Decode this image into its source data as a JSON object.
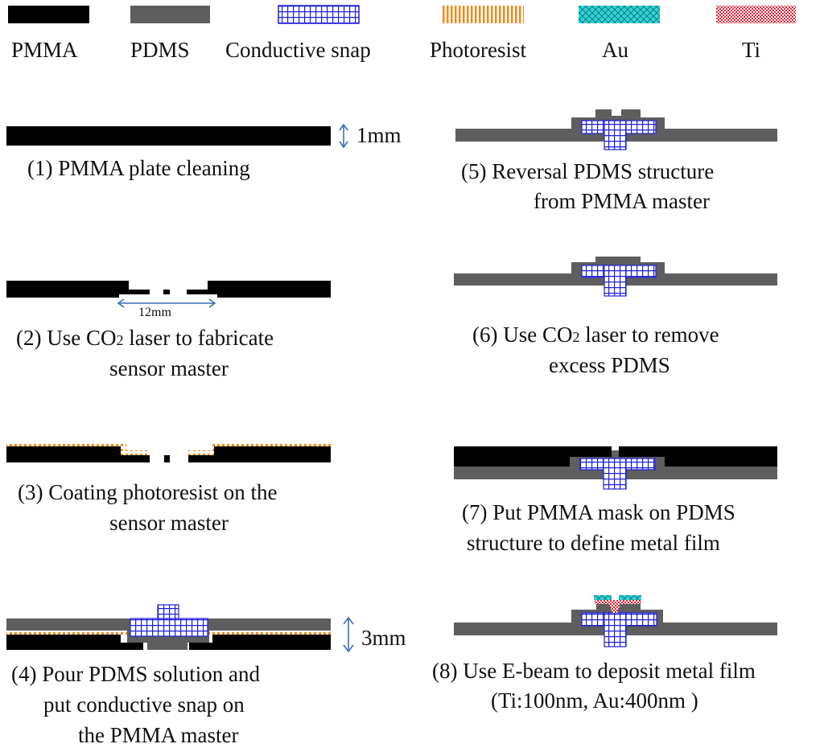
{
  "legend": {
    "pmma": "PMMA",
    "pdms": "PDMS",
    "snap": "Conductive snap",
    "photoresist": "Photoresist",
    "au": "Au",
    "ti": "Ti"
  },
  "steps": {
    "s1": {
      "line1": "(1)  PMMA plate cleaning",
      "dim": "1mm"
    },
    "s2": {
      "line1": "(2)  Use CO",
      "sub": "2",
      "line1b": " laser to fabricate",
      "line2": "sensor master",
      "dim": "12mm"
    },
    "s3": {
      "line1": "(3)  Coating photoresist on the",
      "line2": "sensor master"
    },
    "s4": {
      "line1": "(4)  Pour PDMS solution and",
      "line2": "put conductive snap on",
      "line3": "the PMMA master",
      "dim": "3mm"
    },
    "s5": {
      "line1": "(5)  Reversal PDMS structure",
      "line2": "from PMMA master"
    },
    "s6": {
      "line1": "(6) Use CO",
      "sub": "2",
      "line1b": " laser to remove",
      "line2": "excess PDMS"
    },
    "s7": {
      "line1": "(7)  Put PMMA mask on PDMS",
      "line2": "structure to define metal film"
    },
    "s8": {
      "line1": "(8)  Use E-beam to deposit metal film",
      "line2": "(Ti:100nm, Au:400nm )"
    }
  },
  "colors": {
    "pmma": "#000000",
    "pdms": "#5e5e5e",
    "snap": "#1f1fd6",
    "photoresist": "#f08a1a",
    "au": "#34d2d6",
    "ti": "#e5273a",
    "arrow": "#3a6fb8"
  }
}
